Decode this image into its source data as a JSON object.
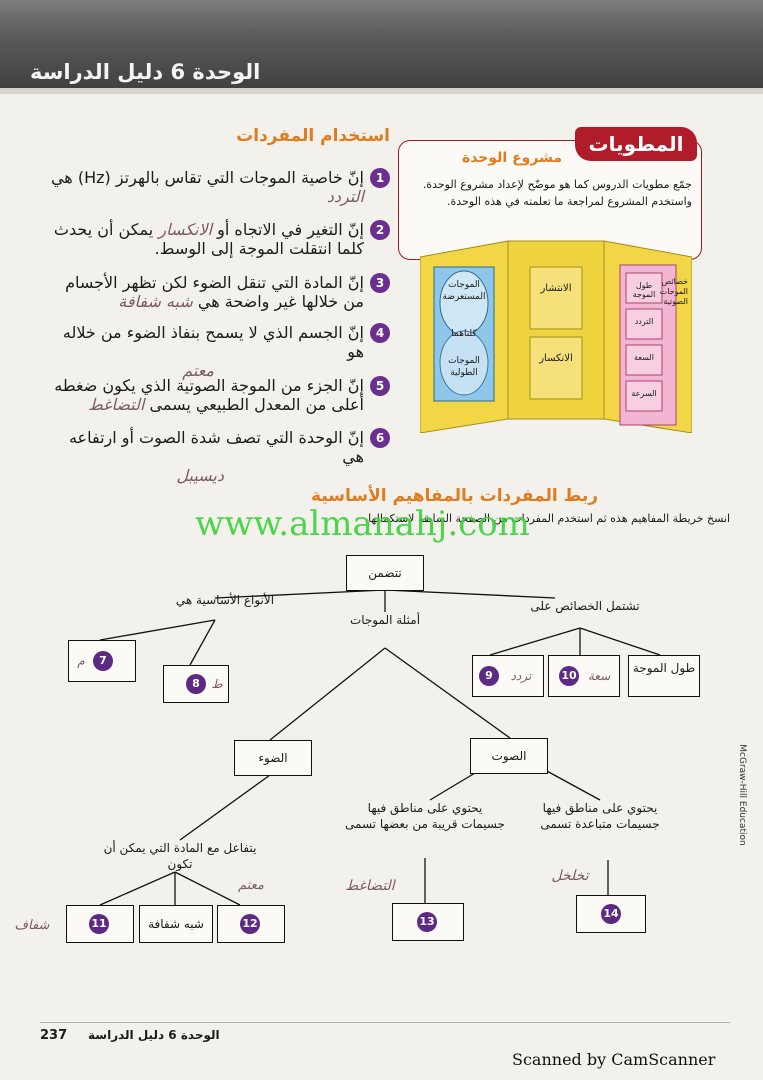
{
  "header": {
    "banner_title": "الوحدة 6 دليل الدراسة"
  },
  "vocab": {
    "heading": "استخدام المفردات",
    "items": [
      {
        "num": "1",
        "text": "إنّ خاصية الموجات التي تقاس بالهرتز (Hz) هي",
        "answer": "التردد"
      },
      {
        "num": "2",
        "text_a": "إنّ التغير في الاتجاه أو",
        "answer": "الانكسار",
        "text_b": "يمكن أن يحدث كلما انتقلت الموجة إلى الوسط."
      },
      {
        "num": "3",
        "text_a": "إنّ المادة التي تنقل الضوء لكن تظهر الأجسام من خلالها غير واضحة هي",
        "answer": "شبه شفافة"
      },
      {
        "num": "4",
        "text": "إنّ الجسم الذي لا يسمح بنفاذ الضوء من خلاله هو",
        "answer": "معتم"
      },
      {
        "num": "5",
        "text_a": "إنّ الجزء من الموجة الصوتية الذي يكون ضغطه أعلى من المعدل الطبيعي يسمى",
        "answer": "التضاغط"
      },
      {
        "num": "6",
        "text": "إنّ الوحدة التي تصف شدة الصوت أو ارتفاعه هي",
        "answer": "ديسيبل"
      }
    ]
  },
  "foldables": {
    "badge": "المطويات",
    "title": "مشروع الوحدة",
    "description": "جمّع مطويات الدروس كما هو موضّح لإعداد مشروع الوحدة. واستخدم المشروع لمراجعة ما تعلمته في هذه الوحدة.",
    "left_panel": [
      "الموجات المستعرضة",
      "كلتاهما",
      "الموجات الطولية"
    ],
    "middle_panel": [
      "الانتشار",
      "الانكسار"
    ],
    "right_panel_title": "خصائص الموجات الصوتية",
    "right_panel": [
      "طول الموجة",
      "التردد",
      "السعة",
      "السرعة"
    ]
  },
  "concept": {
    "heading": "ربط المفردات بالمفاهيم الأساسية",
    "instruction": "انسخ خريطة المفاهيم هذه ثم استخدم المفردات من الصفحة السابقة لاستكمالها.",
    "watermark": "www.almanahj.com",
    "root": "تتضمن",
    "branch_types": "الأنواع الأساسية هي",
    "branch_examples": "أمثلة الموجات",
    "branch_props": "تشتمل الخصائص على",
    "light": "الضوء",
    "sound": "الصوت",
    "wavelength": "طول الموجة",
    "sound_far": "يحتوي على مناطق فيها جسيمات متباعدة تسمى",
    "sound_near": "يحتوي على مناطق فيها جسيمات قريبة من بعضها تسمى",
    "light_matter": "يتفاعل مع المادة التي يمكن أن تكون",
    "translucent": "شبه شفافة",
    "answers": {
      "a7": "م",
      "a8": "ط",
      "a9": "تردد",
      "a10": "سعة",
      "a11": "شفاف",
      "a12": "معتم",
      "a13": "التضاغط",
      "a14": "تخلخل"
    },
    "nums": [
      "7",
      "8",
      "9",
      "10",
      "11",
      "12",
      "13",
      "14"
    ]
  },
  "footer": {
    "page": "237",
    "label": "الوحدة 6 دليل الدراسة"
  },
  "side_credit": "McGraw-Hill Education",
  "scanner": "Scanned by CamScanner"
}
